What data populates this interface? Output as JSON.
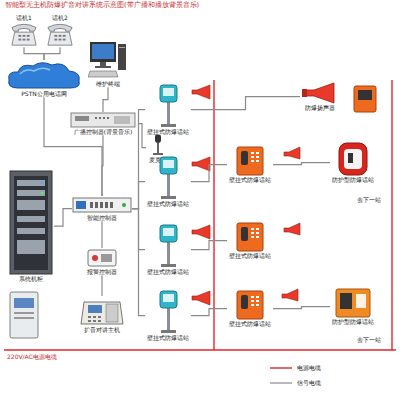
{
  "diagram": {
    "title": "智能型无主机防爆扩音对讲系统示意图(带广播和播放背景音乐)",
    "nodes": [
      {
        "text": [
          "话机1"
        ]
      },
      {
        "text": [
          "话机2"
        ]
      },
      {
        "text": [
          "PSTN公用电话网"
        ]
      },
      {
        "text": [
          "维护终端"
        ]
      },
      {
        "text": [
          "广播控制器(背景音乐)"
        ]
      },
      {
        "text": [
          "麦克风"
        ]
      },
      {
        "text": [
          "系统机柜"
        ]
      },
      {
        "text": [
          "智能控制器"
        ]
      },
      {
        "text": [
          "报警控制器"
        ]
      },
      {
        "text": [
          "扩音对讲主机"
        ]
      },
      {
        "text": [
          "壁挂式防爆话站"
        ]
      },
      {
        "text": [
          "壁挂式防爆话站"
        ]
      },
      {
        "text": [
          "壁挂式防爆话站"
        ]
      },
      {
        "text": [
          "壁挂式防爆话站"
        ]
      },
      {
        "text": [
          "防爆扬声器"
        ]
      },
      {
        "text": [
          "壁挂式防爆话站"
        ]
      },
      {
        "text": [
          "防护型防爆话站"
        ]
      },
      {
        "text": [
          "壁挂式防爆话站"
        ]
      },
      {
        "text": [
          "壁挂式防爆话站"
        ]
      },
      {
        "text": [
          "防护型防爆话站"
        ]
      }
    ],
    "edges": [
      {
        "from": 0,
        "to": 2,
        "arrow": "none"
      },
      {
        "from": 1,
        "to": 2,
        "arrow": "none"
      },
      {
        "from": 2,
        "to": 7,
        "arrow": "none"
      },
      {
        "from": 3,
        "to": 4,
        "arrow": "none"
      },
      {
        "from": 5,
        "to": 4,
        "arrow": "none"
      },
      {
        "from": 4,
        "to": 7,
        "arrow": "none"
      },
      {
        "from": 6,
        "to": 7,
        "arrow": "none"
      },
      {
        "from": 7,
        "to": 8,
        "arrow": "none"
      },
      {
        "from": 8,
        "to": 9,
        "arrow": "none"
      },
      {
        "from": 7,
        "to": 10,
        "arrow": "none"
      },
      {
        "from": 7,
        "to": 11,
        "arrow": "none"
      },
      {
        "from": 7,
        "to": 12,
        "arrow": "none"
      },
      {
        "from": 7,
        "to": 13,
        "arrow": "none"
      },
      {
        "from": 10,
        "to": 14,
        "arrow": "none"
      },
      {
        "from": 11,
        "to": 15,
        "arrow": "none"
      },
      {
        "from": 15,
        "to": 16,
        "arrow": "none"
      },
      {
        "from": 12,
        "to": 17,
        "arrow": "none"
      },
      {
        "from": 13,
        "to": 18,
        "arrow": "none"
      },
      {
        "from": 18,
        "to": 19,
        "arrow": "none"
      }
    ],
    "labels": [
      "去下一站",
      "去下一站",
      "220V/AC电源电缆"
    ],
    "legend": [
      {
        "text": "电源电缆"
      },
      {
        "text": "信号电缆"
      }
    ]
  }
}
